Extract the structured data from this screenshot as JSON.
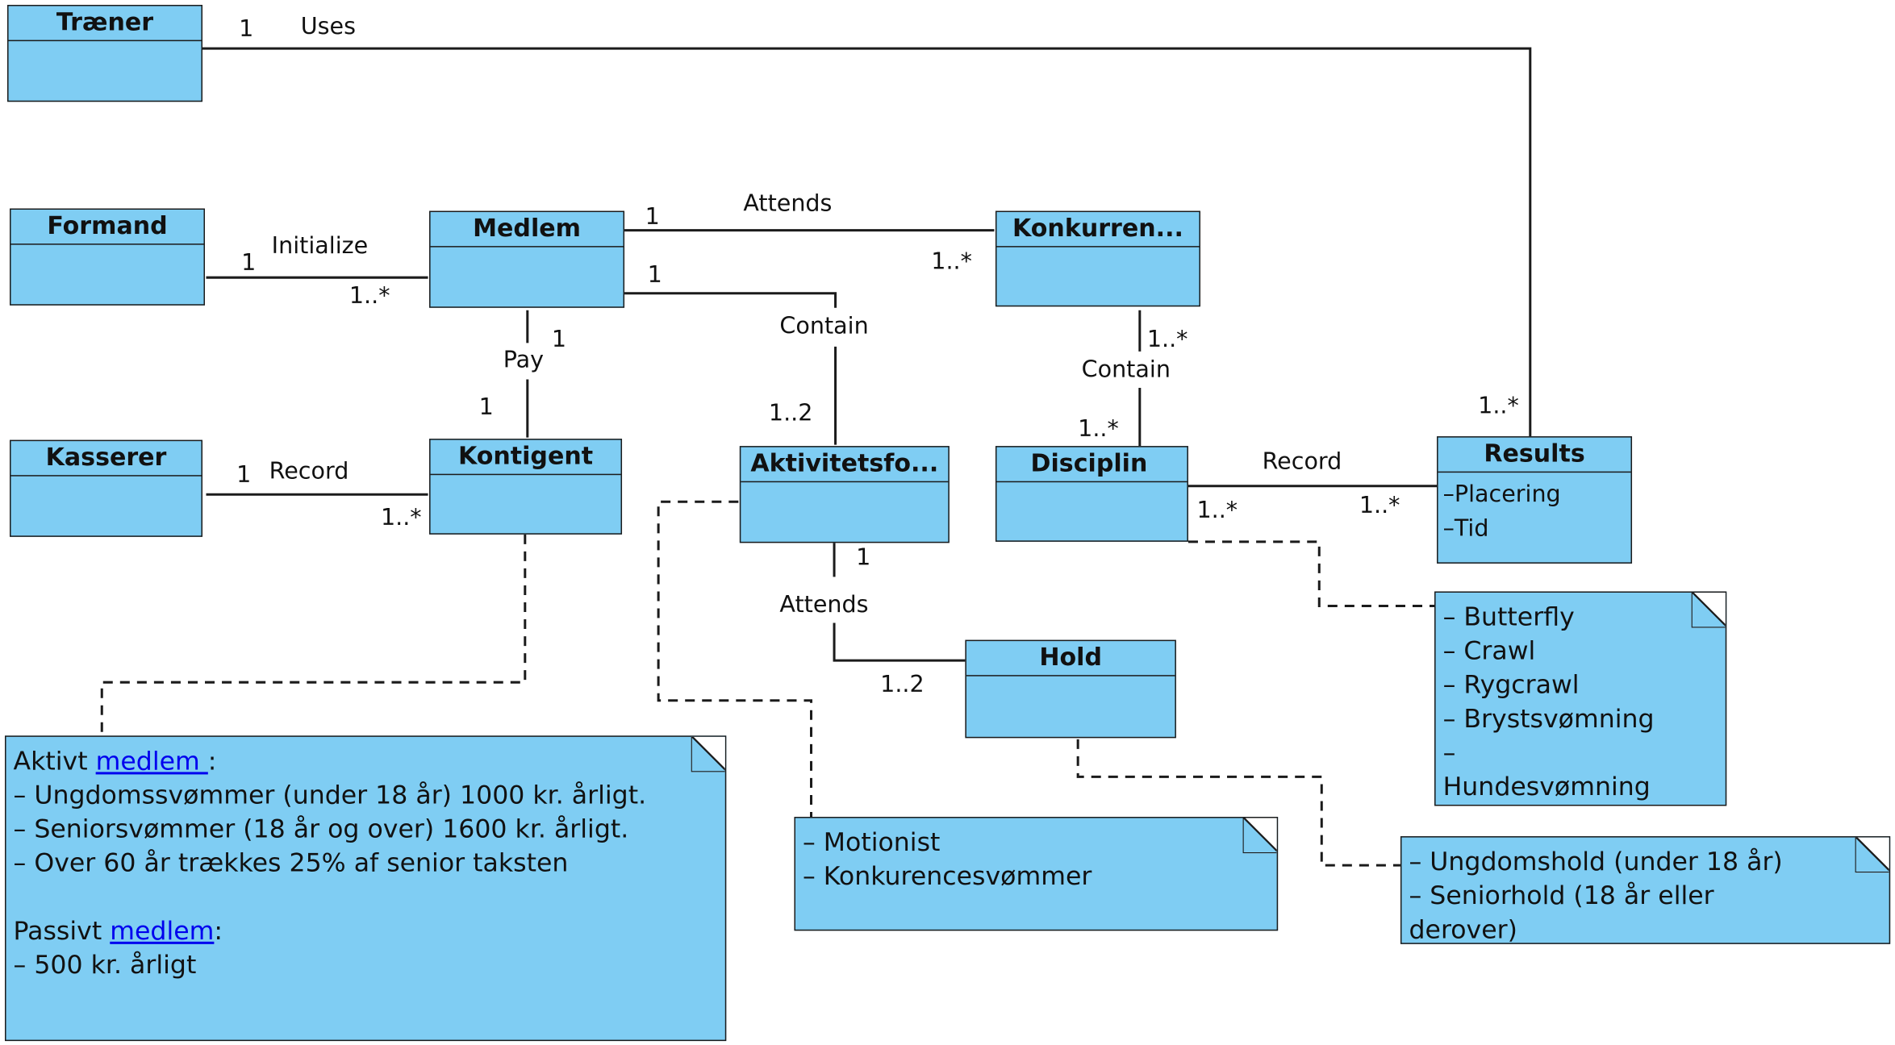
{
  "classes": {
    "traener": {
      "name": "Træner",
      "attrs": []
    },
    "formand": {
      "name": "Formand",
      "attrs": []
    },
    "medlem": {
      "name": "Medlem",
      "attrs": []
    },
    "konkurrence": {
      "name": "Konkurren...",
      "attrs": []
    },
    "kasserer": {
      "name": "Kasserer",
      "attrs": []
    },
    "kontigent": {
      "name": "Kontigent",
      "attrs": []
    },
    "aktivitetsform": {
      "name": "Aktivitetsfo...",
      "attrs": []
    },
    "disciplin": {
      "name": "Disciplin",
      "attrs": []
    },
    "results": {
      "name": "Results",
      "attrs": [
        "–Placering",
        "–Tid"
      ]
    },
    "hold": {
      "name": "Hold",
      "attrs": []
    }
  },
  "associations": {
    "uses": {
      "label": "Uses",
      "mult_a": "1",
      "mult_b": "1..*"
    },
    "initialize": {
      "label": "Initialize",
      "mult_a": "1",
      "mult_b": "1..*"
    },
    "attends_konk": {
      "label": "Attends",
      "mult_a": "1",
      "mult_b": "1..*"
    },
    "contain_akt": {
      "label": "Contain",
      "mult_a": "1",
      "mult_b": "1..2"
    },
    "pay": {
      "label": "Pay",
      "mult_a": "1",
      "mult_b": "1"
    },
    "contain_disc": {
      "label": "Contain",
      "mult_a": "1..*",
      "mult_b": "1..*"
    },
    "record_kont": {
      "label": "Record",
      "mult_a": "1",
      "mult_b": "1..*"
    },
    "record_res": {
      "label": "Record",
      "mult_a": "1..*",
      "mult_b": "1..*"
    },
    "attends_hold": {
      "label": "Attends",
      "mult_a": "1",
      "mult_b": "1..2"
    }
  },
  "notes": {
    "kontigent_note": {
      "active_prefix": "Aktivt ",
      "active_link": "medlem ",
      "active_suffix": ":",
      "lines": [
        "– Ungdomssvømmer (under 18 år) 1000 kr. årligt.",
        "– Seniorsvømmer (18 år og over) 1600 kr. årligt.",
        "– Over 60 år trækkes 25% af senior taksten"
      ],
      "passive_prefix": "Passivt ",
      "passive_link": "medlem",
      "passive_suffix": ":",
      "passive_line": "– 500 kr. årligt"
    },
    "aktivitet_note": {
      "lines": [
        "– Motionist",
        "– Konkurencesvømmer"
      ]
    },
    "disciplin_note": {
      "lines": [
        "– Butterfly",
        "– Crawl",
        "– Rygcrawl",
        "– Brystsvømning",
        "–",
        "Hundesvømning"
      ]
    },
    "hold_note": {
      "lines": [
        "– Ungdomshold (under 18 år)",
        "– Seniorhold (18 år eller derover)"
      ]
    }
  },
  "colors": {
    "fill": "#7fcdf3",
    "stroke": "#1b1b1b",
    "link": "#0000ee"
  }
}
